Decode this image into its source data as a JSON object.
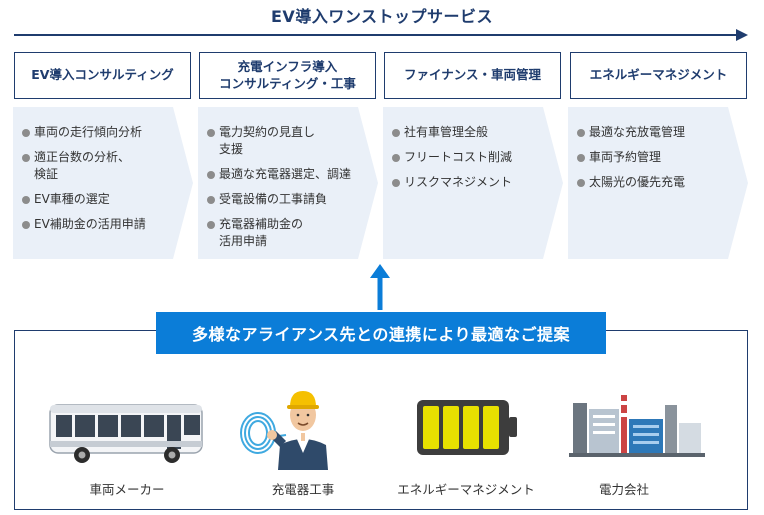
{
  "title": "EV導入ワンストップサービス",
  "phases": [
    {
      "title": "EV導入コンサルティング",
      "items": [
        "車両の走行傾向分析",
        "適正台数の分析、\n検証",
        "EV車種の選定",
        "EV補助金の活用申請"
      ]
    },
    {
      "title": "充電インフラ導入\nコンサルティング・工事",
      "items": [
        "電力契約の見直し\n支援",
        "最適な充電器選定、調達",
        "受電設備の工事請負",
        "充電器補助金の\n活用申請"
      ]
    },
    {
      "title": "ファイナンス・車両管理",
      "items": [
        "社有車管理全般",
        "フリートコスト削減",
        "リスクマネジメント"
      ]
    },
    {
      "title": "エネルギーマネジメント",
      "items": [
        "最適な充放電管理",
        "車両予約管理",
        "太陽光の優先充電"
      ]
    }
  ],
  "proposal": "多様なアライアンス先との連携により最適なご提案",
  "partners": [
    {
      "label": "車両メーカー",
      "icon": "bus-icon"
    },
    {
      "label": "充電器工事",
      "icon": "electrician-icon"
    },
    {
      "label": "エネルギーマネジメント",
      "icon": "battery-icon"
    },
    {
      "label": "電力会社",
      "icon": "power-plant-icon"
    }
  ],
  "colors": {
    "navy": "#1f3c6e",
    "accent_blue": "#0b7dd8",
    "chevron_fill": "#eaf0f8",
    "battery_yellow": "#e8e000"
  }
}
